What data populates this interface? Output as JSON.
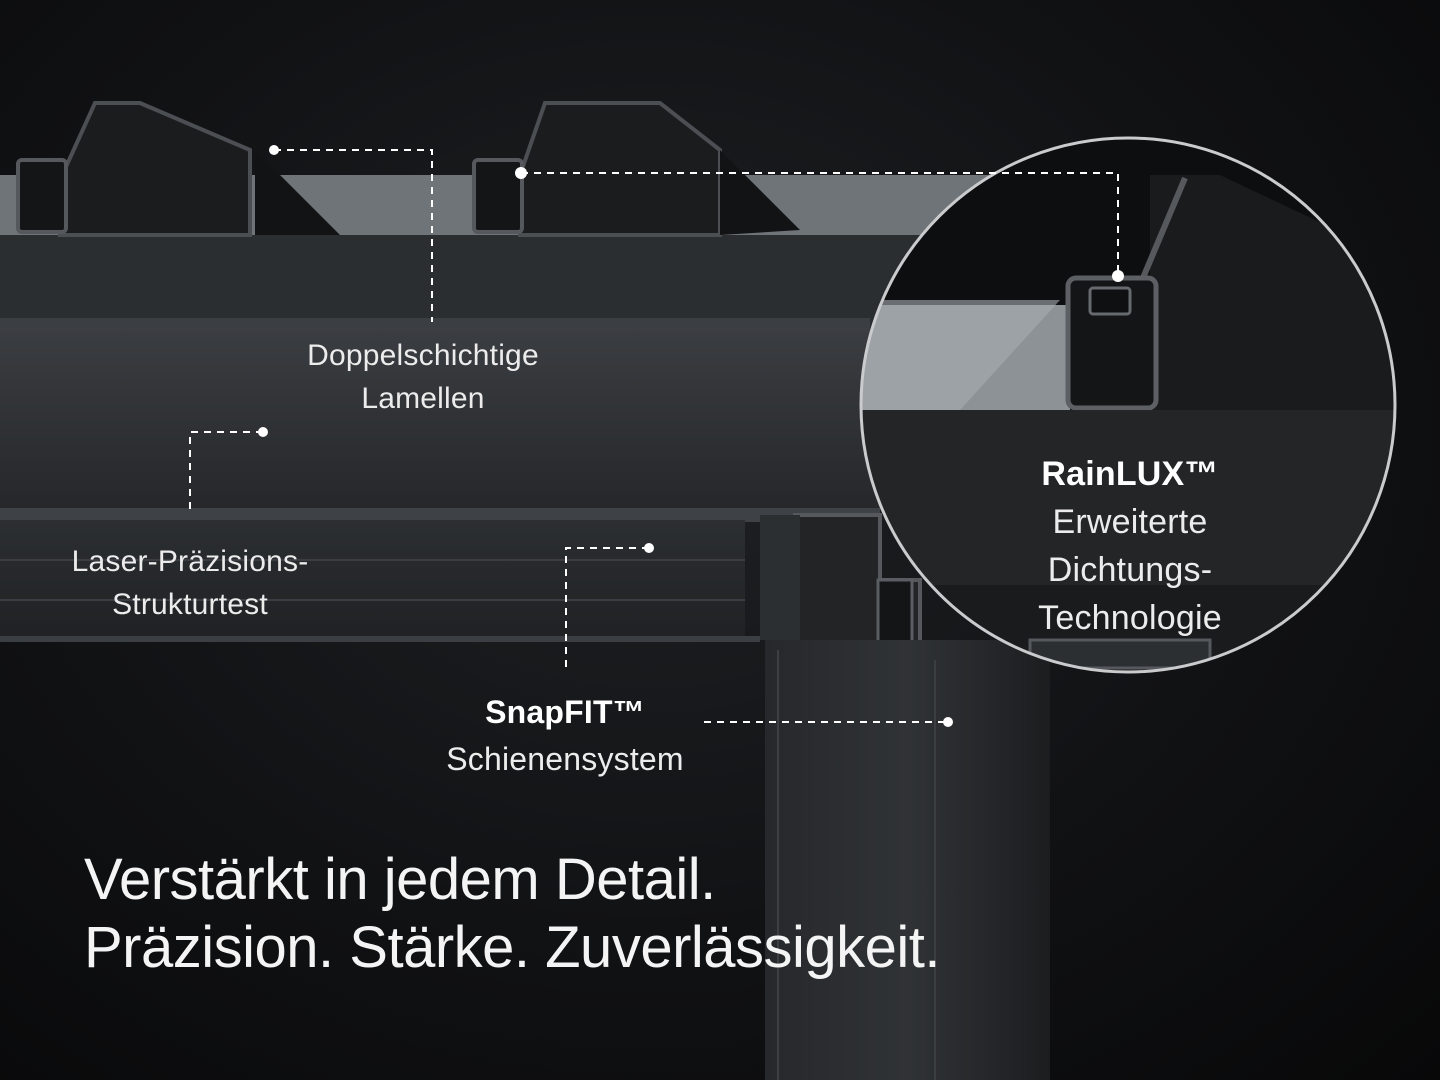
{
  "callouts": {
    "lamellen": {
      "line1": "Doppelschichtige",
      "line2": "Lamellen"
    },
    "laser": {
      "line1": "Laser-Präzisions-",
      "line2": "Strukturtest"
    },
    "snapfit": {
      "title": "SnapFIT™",
      "line1": "Schienensystem"
    },
    "rainlux": {
      "title": "RainLUX™",
      "line1": "Erweiterte",
      "line2": "Dichtungs-",
      "line3": "Technologie"
    }
  },
  "headline": {
    "line1": "Verstärkt in jedem Detail.",
    "line2": "Präzision. Stärke. Zuverlässigkeit."
  },
  "colors": {
    "background": "#111214",
    "profile": "#2f3235",
    "accent_line": "#ffffff"
  }
}
